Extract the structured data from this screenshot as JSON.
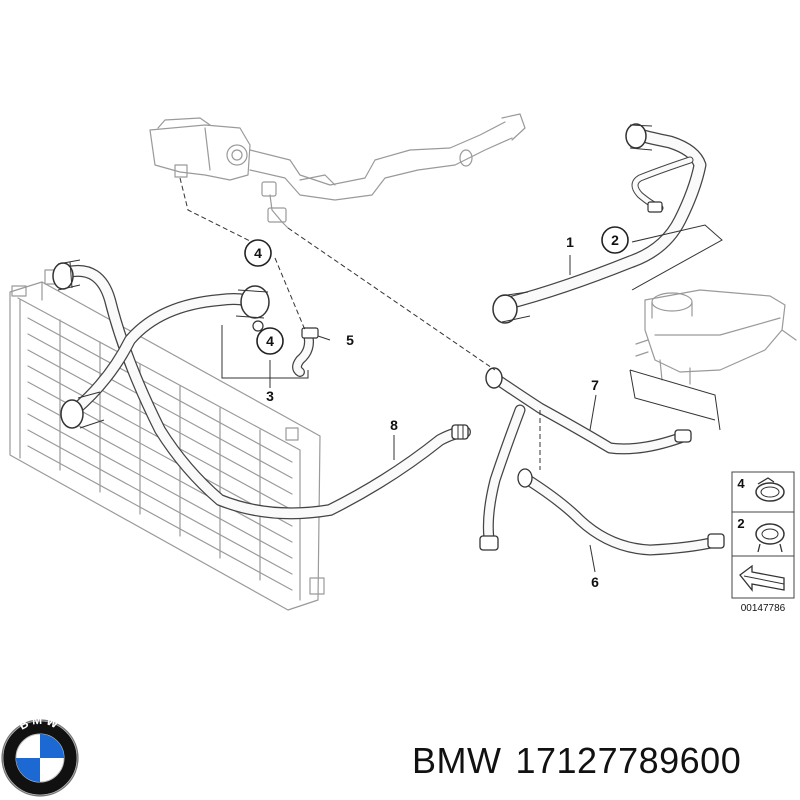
{
  "diagram": {
    "part_labels": {
      "label_1": "1",
      "label_2_circled": "2",
      "label_4_circled_top": "4",
      "label_4_circled_mid": "4",
      "label_3": "3",
      "label_5": "5",
      "label_6": "6",
      "label_7": "7",
      "label_8": "8"
    },
    "legend": {
      "item_4": "4",
      "item_2": "2"
    },
    "reference_number": "00147786"
  },
  "caption": {
    "brand": "BMW",
    "part_number": "17127789600",
    "logo_letters": "BMW"
  },
  "colors": {
    "brand_blue": "#1c69d4",
    "line": "#333333",
    "background": "#ffffff"
  }
}
